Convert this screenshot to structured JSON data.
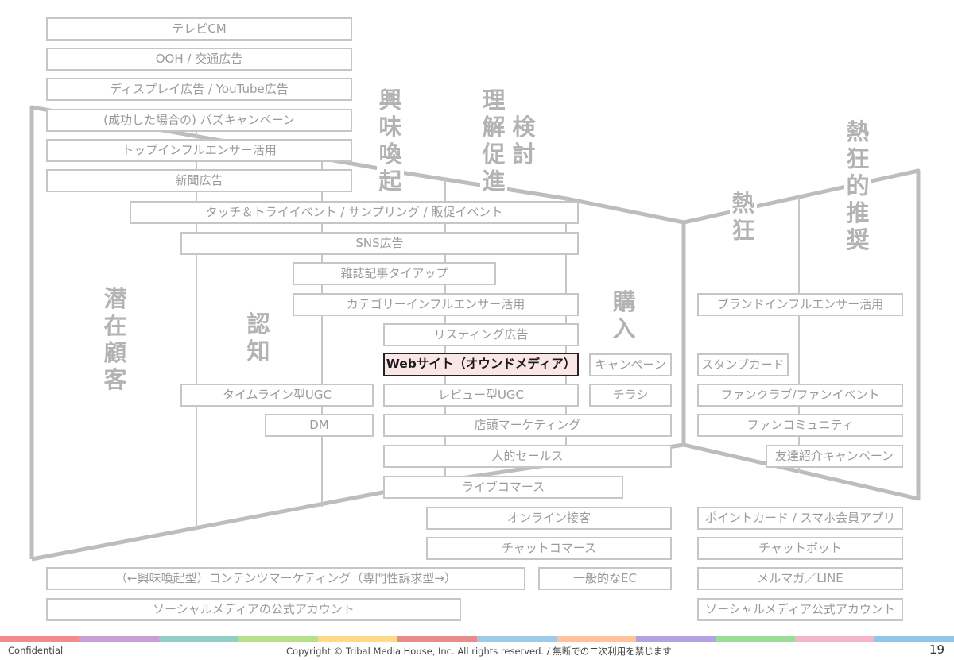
{
  "boxes": {
    "tv_cm": "テレビCM",
    "ooh": "OOH / 交通広告",
    "display_ad": "ディスプレイ広告 / YouTube広告",
    "buzz_campaign": "(成功した場合の) バズキャンペーン",
    "top_influencer": "トップインフルエンサー活用",
    "newspaper_ad": "新聞広告",
    "touch_try_event": "タッチ＆トライイベント / サンプリング / 販促イベント",
    "sns_ad": "SNS広告",
    "magazine_tieup": "雑誌記事タイアップ",
    "category_influencer": "カテゴリーインフルエンサー活用",
    "listing_ad": "リスティング広告",
    "website_owned": "Webサイト（オウンドメディア）",
    "campaign": "キャンペーン",
    "timeline_ugc": "タイムライン型UGC",
    "review_ugc": "レビュー型UGC",
    "flyer": "チラシ",
    "dm": "DM",
    "store_marketing": "店頭マーケティング",
    "personal_sales": "人的セールス",
    "live_commerce": "ライブコマース",
    "online_service": "オンライン接客",
    "chat_commerce": "チャットコマース",
    "content_marketing": "（←興味喚起型）コンテンツマーケティング（専門性訴求型→）",
    "general_ec": "一般的なEC",
    "social_official": "ソーシャルメディアの公式アカウント",
    "brand_influencer": "ブランドインフルエンサー活用",
    "stamp_card": "スタンプカード",
    "fanclub_event": "ファンクラブ/ファンイベント",
    "fan_community": "ファンコミュニティ",
    "referral_campaign": "友達紹介キャンペーン",
    "point_card_app": "ポイントカード / スマホ会員アプリ",
    "chatbot": "チャットボット",
    "mailmag_line": "メルマガ／LINE",
    "social_official_2": "ソーシャルメディア公式アカウント"
  },
  "stages": {
    "latent": [
      "潜",
      "在",
      "顧",
      "客"
    ],
    "awareness": [
      "認",
      "知"
    ],
    "interest": [
      "興",
      "味",
      "喚",
      "起"
    ],
    "understanding": [
      "理",
      "解",
      "促",
      "進"
    ],
    "consideration": [
      "検",
      "討"
    ],
    "purchase": [
      "購",
      "入"
    ],
    "enthusiasm": [
      "熱",
      "狂"
    ],
    "advocacy": [
      "熱",
      "狂",
      "的",
      "推",
      "奨"
    ]
  },
  "colors": {
    "funnel_line": "#bdbdbd",
    "box_border": "#c6c6c6",
    "box_text": "#9b9b9b",
    "stage_text": "#b3b3b3",
    "highlight_border": "#222222",
    "highlight_fill": "#fbe6e6",
    "strip": [
      "#f28c8c",
      "#c7a0d6",
      "#8fd0c6",
      "#b6e08d",
      "#ffd98a",
      "#e88b8b",
      "#9ecae8",
      "#ffc39a",
      "#b3a2e0",
      "#99dd99",
      "#f7b3c7",
      "#8fc7e8"
    ]
  },
  "footer": {
    "left": "Confidential",
    "center": "Copyright © Tribal Media House, Inc. All rights reserved. / 無断での二次利用を禁じます",
    "page": "19"
  }
}
